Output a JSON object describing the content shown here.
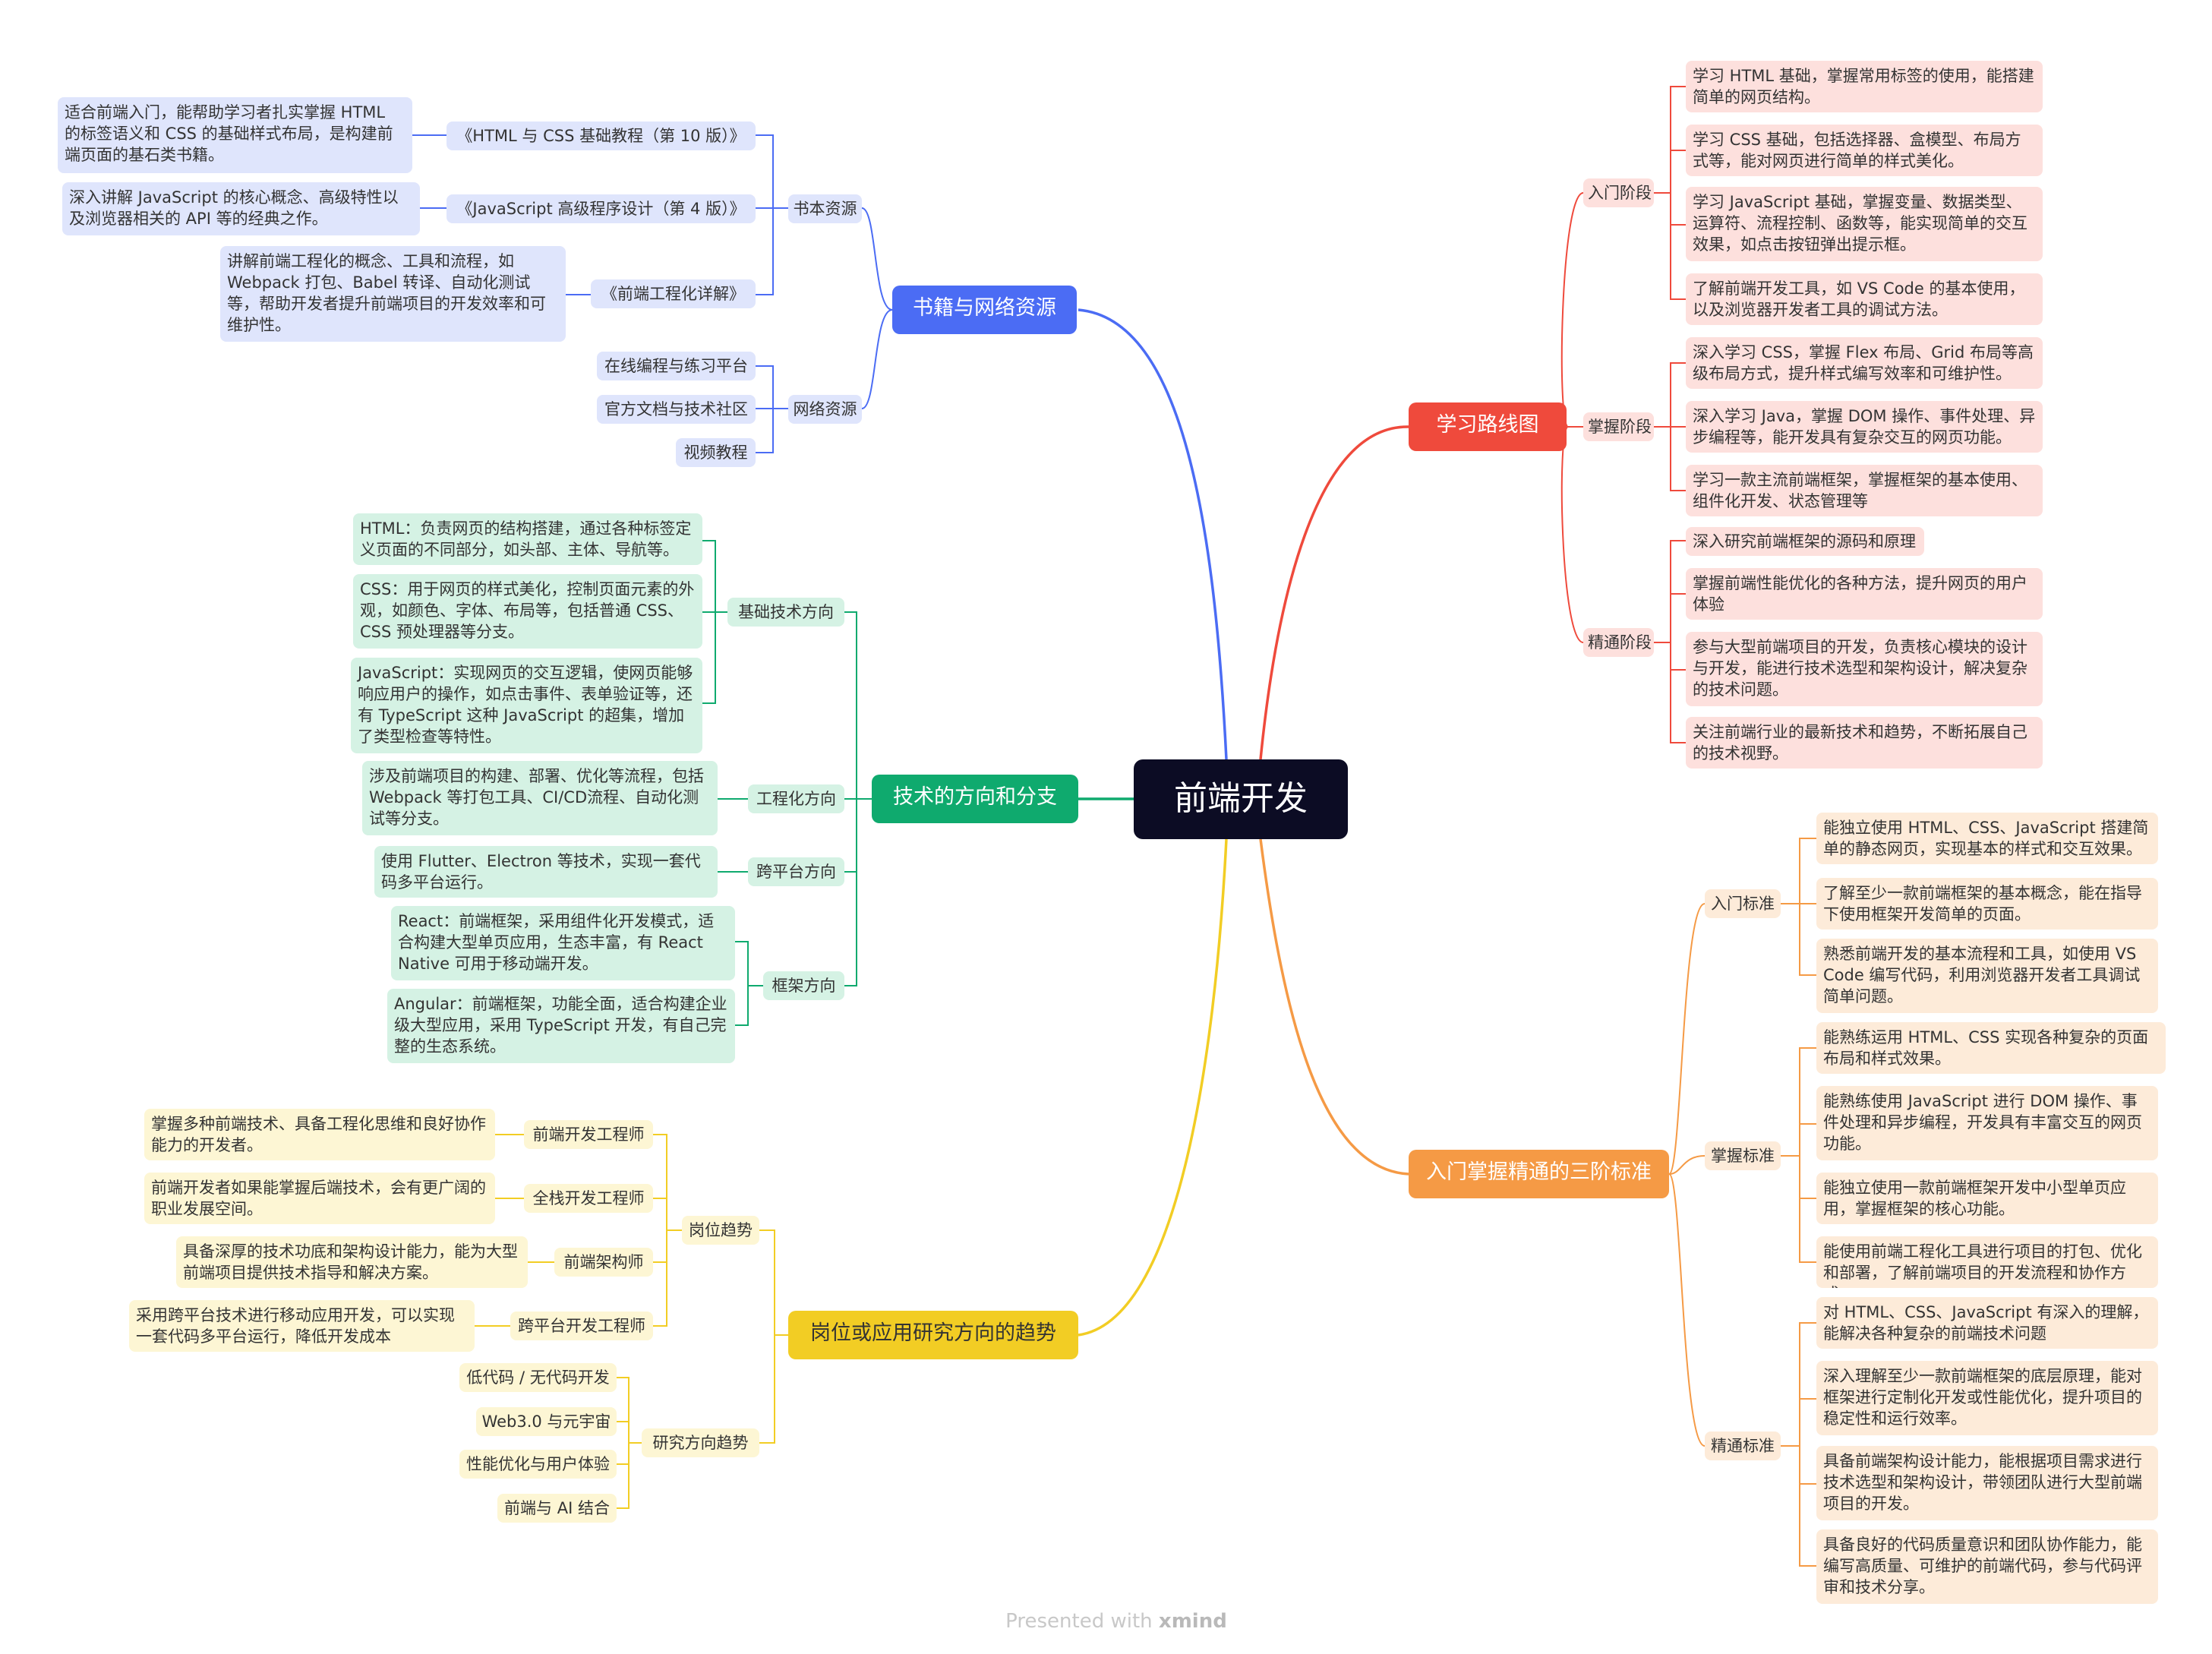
{
  "root": "前端开发",
  "footer": {
    "text": "Presented with",
    "brand": "xmind"
  },
  "branches": {
    "route": {
      "title": "学习路线图",
      "stages": [
        {
          "label": "入门阶段",
          "items": [
            "学习 HTML 基础，掌握常用标签的使用，能搭建简单的网页结构。",
            "学习 CSS 基础，包括选择器、盒模型、布局方式等，能对网页进行简单的样式美化。",
            "学习 JavaScript 基础，掌握变量、数据类型、运算符、流程控制、函数等，能实现简单的交互效果，如点击按钮弹出提示框。",
            "了解前端开发工具，如 VS Code 的基本使用，以及浏览器开发者工具的调试方法。"
          ]
        },
        {
          "label": "掌握阶段",
          "items": [
            "深入学习 CSS，掌握 Flex 布局、Grid 布局等高级布局方式，提升样式编写效率和可维护性。",
            "深入学习 Java，掌握 DOM 操作、事件处理、异步编程等，能开发具有复杂交互的网页功能。",
            "学习一款主流前端框架，掌握框架的基本使用、组件化开发、状态管理等"
          ]
        },
        {
          "label": "精通阶段",
          "items": [
            "深入研究前端框架的源码和原理",
            "掌握前端性能优化的各种方法，提升网页的用户体验",
            "参与大型前端项目的开发，负责核心模块的设计与开发，能进行技术选型和架构设计，解决复杂的技术问题。",
            "关注前端行业的最新技术和趋势，不断拓展自己的技术视野。"
          ]
        }
      ]
    },
    "standards": {
      "title": "入门掌握精通的三阶标准",
      "groups": [
        {
          "label": "入门标准",
          "items": [
            "能独立使用 HTML、CSS、JavaScript 搭建简单的静态网页，实现基本的样式和交互效果。",
            "了解至少一款前端框架的基本概念，能在指导下使用框架开发简单的页面。",
            "熟悉前端开发的基本流程和工具，如使用 VS Code 编写代码，利用浏览器开发者工具调试简单问题。"
          ]
        },
        {
          "label": "掌握标准",
          "items": [
            "能熟练运用 HTML、CSS 实现各种复杂的页面布局和样式效果。",
            "能熟练使用 JavaScript 进行 DOM 操作、事件处理和异步编程，开发具有丰富交互的网页功能。",
            "能独立使用一款前端框架开发中小型单页应用，掌握框架的核心功能。",
            "能使用前端工程化工具进行项目的打包、优化和部署，了解前端项目的开发流程和协作方式。"
          ]
        },
        {
          "label": "精通标准",
          "items": [
            "对 HTML、CSS、JavaScript 有深入的理解，能解决各种复杂的前端技术问题",
            "深入理解至少一款前端框架的底层原理，能对框架进行定制化开发或性能优化，提升项目的稳定性和运行效率。",
            "具备前端架构设计能力，能根据项目需求进行技术选型和架构设计，带领团队进行大型前端项目的开发。",
            "具备良好的代码质量意识和团队协作能力，能编写高质量、可维护的前端代码，参与代码评审和技术分享。"
          ]
        }
      ]
    },
    "books": {
      "title": "书籍与网络资源",
      "book_group": "书本资源",
      "books": [
        {
          "title": "《HTML 与 CSS 基础教程（第 10 版）》",
          "desc": "适合前端入门，能帮助学习者扎实掌握 HTML 的标签语义和 CSS 的基础样式布局，是构建前端页面的基石类书籍。"
        },
        {
          "title": "《JavaScript 高级程序设计（第 4 版）》",
          "desc": "深入讲解 JavaScript 的核心概念、高级特性以及浏览器相关的 API 等的经典之作。"
        },
        {
          "title": "《前端工程化详解》",
          "desc": "讲解前端工程化的概念、工具和流程，如 Webpack 打包、Babel 转译、自动化测试等，帮助开发者提升前端项目的开发效率和可维护性。"
        }
      ],
      "net_group": "网络资源",
      "net": [
        "在线编程与练习平台",
        "官方文档与技术社区",
        "视频教程"
      ]
    },
    "tech": {
      "title": "技术的方向和分支",
      "groups": [
        {
          "label": "基础技术方向",
          "items": [
            "HTML：负责网页的结构搭建，通过各种标签定义页面的不同部分，如头部、主体、导航等。",
            "CSS：用于网页的样式美化，控制页面元素的外观，如颜色、字体、布局等，包括普通 CSS、CSS 预处理器等分支。",
            "JavaScript：实现网页的交互逻辑，使网页能够响应用户的操作，如点击事件、表单验证等，还有 TypeScript 这种 JavaScript 的超集，增加了类型检查等特性。"
          ]
        },
        {
          "label": "工程化方向",
          "items": [
            "涉及前端项目的构建、部署、优化等流程，包括 Webpack 等打包工具、CI/CD流程、自动化测试等分支。"
          ]
        },
        {
          "label": "跨平台方向",
          "items": [
            "使用 Flutter、Electron 等技术，实现一套代码多平台运行。"
          ]
        },
        {
          "label": "框架方向",
          "items": [
            "React：前端框架，采用组件化开发模式，适合构建大型单页应用，生态丰富，有 React Native 可用于移动端开发。",
            "Angular：前端框架，功能全面，适合构建企业级大型应用，采用 TypeScript 开发，有自己完整的生态系统。"
          ]
        }
      ]
    },
    "trend": {
      "title": "岗位或应用研究方向的趋势",
      "job_group": "岗位趋势",
      "jobs": [
        {
          "title": "前端开发工程师",
          "desc": "掌握多种前端技术、具备工程化思维和良好协作能力的开发者。"
        },
        {
          "title": "全栈开发工程师",
          "desc": "前端开发者如果能掌握后端技术，会有更广阔的职业发展空间。"
        },
        {
          "title": "前端架构师",
          "desc": "具备深厚的技术功底和架构设计能力，能为大型前端项目提供技术指导和解决方案。"
        },
        {
          "title": "跨平台开发工程师",
          "desc": "采用跨平台技术进行移动应用开发，可以实现一套代码多平台运行，降低开发成本"
        }
      ],
      "research_group": "研究方向趋势",
      "research": [
        "低代码 / 无代码开发",
        "Web3.0 与元宇宙",
        "性能优化与用户体验",
        "前端与 AI 结合"
      ]
    }
  },
  "colors": {
    "blue": "#4b6cf4",
    "red": "#ef4a3c",
    "green": "#0faa6e",
    "orange": "#f59a45",
    "yellow": "#f2cd24",
    "root": "#0c0c24"
  }
}
